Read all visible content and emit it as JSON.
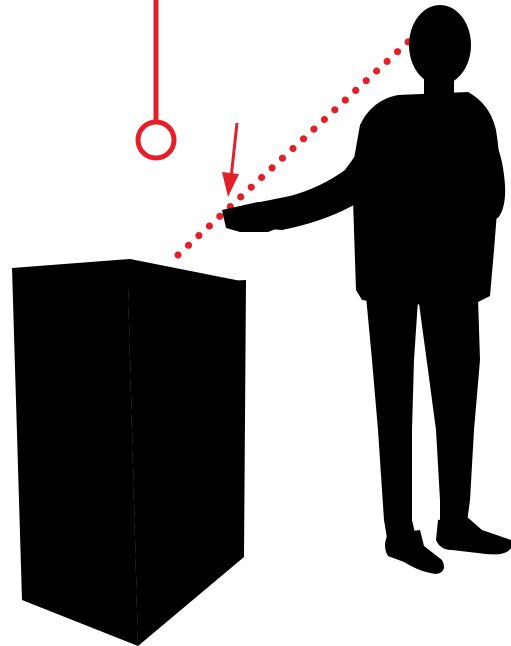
{
  "colors": {
    "background": "#ffffff",
    "silhouette": "#000000",
    "accent": "#e3202a"
  },
  "elements": {
    "pendulum": "plumb-line-with-ring",
    "pointer": "arrow-down-left",
    "sightline": "dotted-line",
    "box": "pedestal-block",
    "person": "standing-person-silhouette"
  }
}
